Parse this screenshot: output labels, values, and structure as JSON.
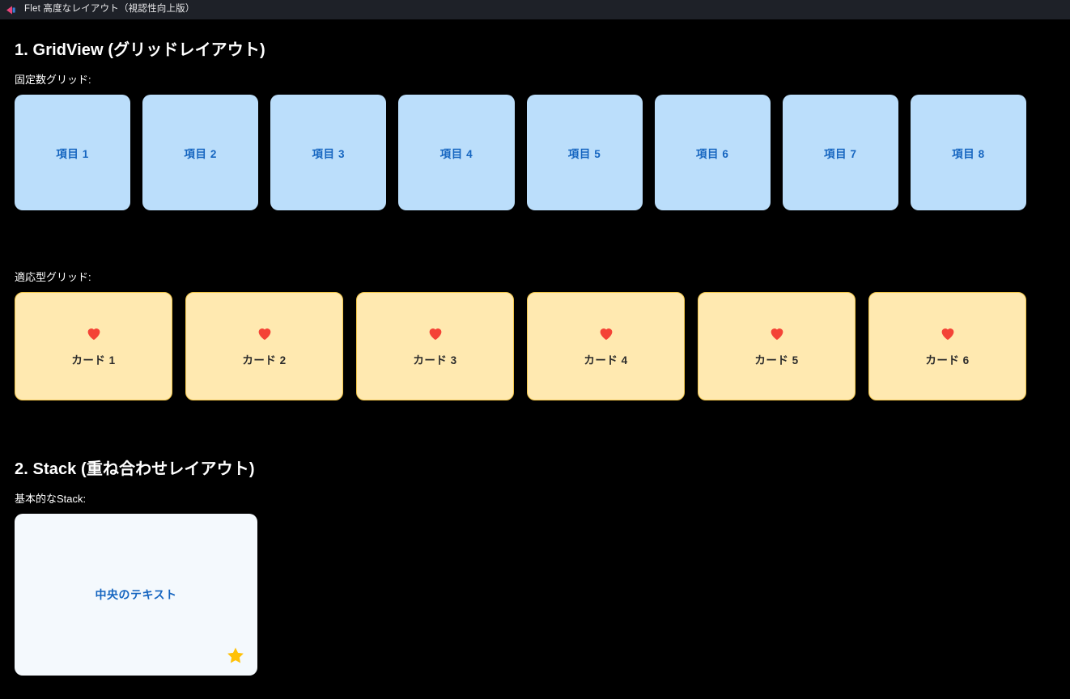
{
  "window": {
    "title": "Flet 高度なレイアウト（視認性向上版）",
    "logo_icon": "flet-logo-icon",
    "titlebar_bg": "#1e2128",
    "page_bg": "#000000"
  },
  "sections": [
    {
      "heading": "1. GridView (グリッドレイアウト)",
      "fixed_grid": {
        "label": "固定数グリッド:",
        "card_bg": "#bbdefb",
        "card_text_color": "#1565c0",
        "items": [
          {
            "label": "項目 1"
          },
          {
            "label": "項目 2"
          },
          {
            "label": "項目 3"
          },
          {
            "label": "項目 4"
          },
          {
            "label": "項目 5"
          },
          {
            "label": "項目 6"
          },
          {
            "label": "項目 7"
          },
          {
            "label": "項目 8"
          }
        ]
      },
      "adaptive_grid": {
        "label": "適応型グリッド:",
        "card_bg": "#ffe9b0",
        "card_border": "#f2c64a",
        "card_text_color": "#2b2b2b",
        "icon": "heart-icon",
        "icon_color": "#f44336",
        "items": [
          {
            "label": "カード 1"
          },
          {
            "label": "カード 2"
          },
          {
            "label": "カード 3"
          },
          {
            "label": "カード 4"
          },
          {
            "label": "カード 5"
          },
          {
            "label": "カード 6"
          }
        ]
      }
    },
    {
      "heading": "2. Stack (重ね合わせレイアウト)",
      "stack": {
        "label": "基本的なStack:",
        "box_bg": "#f4f9fd",
        "center_text": "中央のテキスト",
        "center_text_color": "#1565c0",
        "badge_icon": "star-icon",
        "badge_icon_color": "#ffc107"
      }
    }
  ]
}
